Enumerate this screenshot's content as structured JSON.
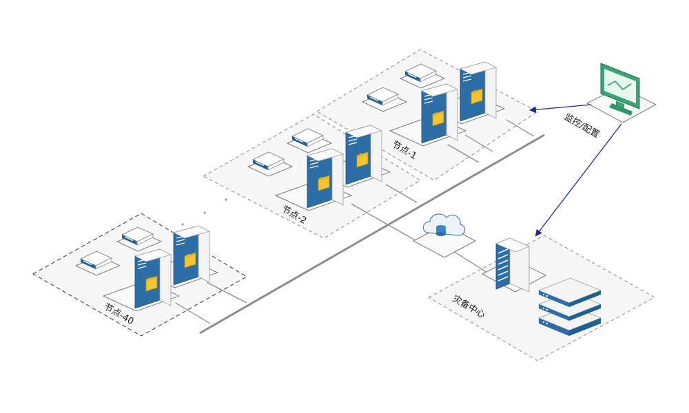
{
  "diagram": {
    "labels": {
      "node1": "节点-1",
      "node2": "节点-2",
      "node40": "节点-40",
      "monitor": "监控/配置",
      "backup_center": "灾备中心"
    },
    "icons": {
      "server_tower": "server-tower-icon",
      "storage_box": "storage-box-icon",
      "cloud": "cloud-database-icon",
      "monitor": "monitor-chart-icon",
      "rack": "rack-server-icon",
      "storage_array": "storage-array-icon",
      "folder": "folder-icon"
    },
    "colors": {
      "server_blue": "#2e6ea6",
      "server_body": "#f4f4f4",
      "folder": "#f5c531",
      "monitor_green": "#3aa476",
      "link_arrow": "#1b2a8f",
      "backbone": "#8c8c8c",
      "zone_border": "#8a8a8a"
    }
  }
}
